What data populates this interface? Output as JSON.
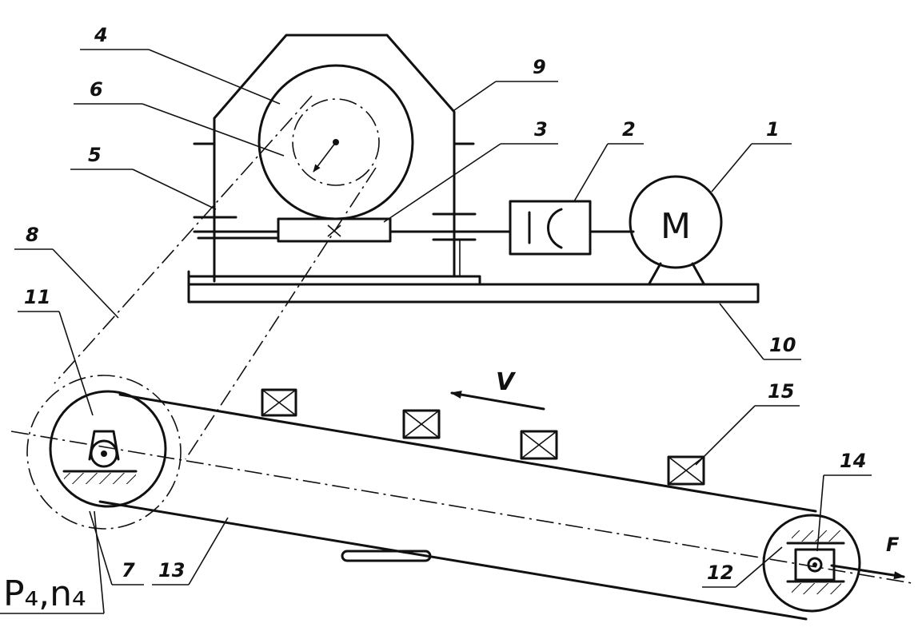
{
  "labels": {
    "n1": "1",
    "n2": "2",
    "n3": "3",
    "n4": "4",
    "n5": "5",
    "n6": "6",
    "n7": "7",
    "n8": "8",
    "n9": "9",
    "n10": "10",
    "n11": "11",
    "n12": "12",
    "n13": "13",
    "n14": "14",
    "n15": "15",
    "motor": "M",
    "velocity": "V",
    "force": "F",
    "power_speed": "P₄,n₄"
  }
}
